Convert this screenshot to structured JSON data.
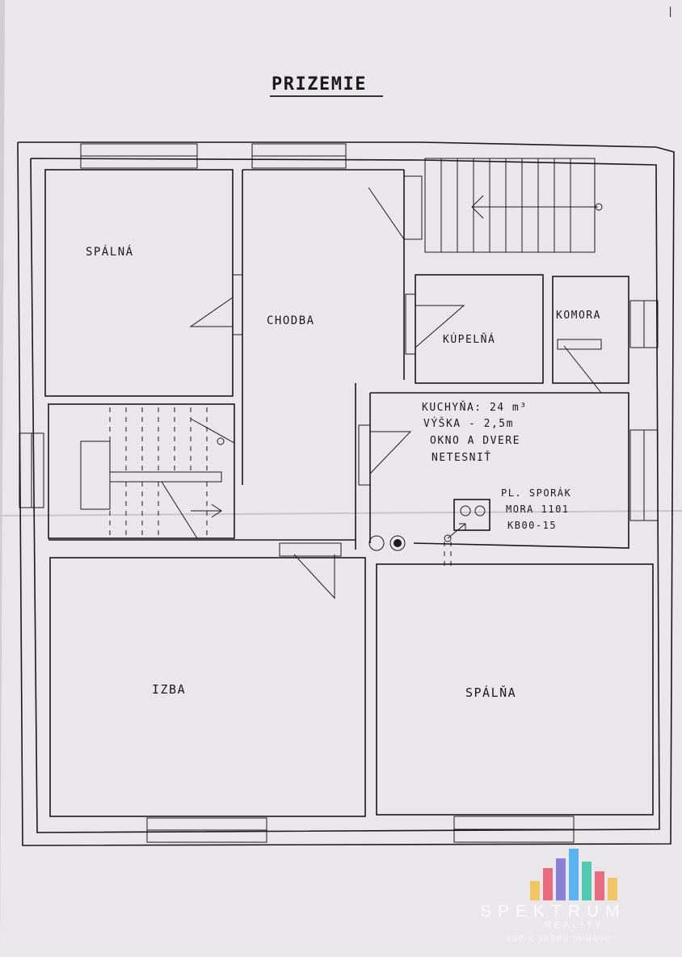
{
  "plan": {
    "title": "PRIZEMIE",
    "rooms": {
      "spalna_top": "SPÁLNÁ",
      "chodba": "CHODBA",
      "kupelna": "KÚPELŇÁ",
      "komora": "KOMORA",
      "izba": "IZBA",
      "spalna_bottom": "SPÁLŇA"
    },
    "kitchen_note": {
      "line1": "KUCHYŇA: 24 m³",
      "line2": "VÝŠKA - 2,5m",
      "line3": "OKNO A DVERE",
      "line4": "NETESNIŤ"
    },
    "stove_note": {
      "line1": "PL. SPORÁK",
      "line2": "MORA 1101",
      "line3": "KB00-15"
    }
  },
  "logo": {
    "name": "SPEKTRUM",
    "sub": "REALITY",
    "tagline": "KEĎ K VÁŠMU DOMOVU",
    "colors": [
      "#f2c14e",
      "#e8566c",
      "#7b6fd6",
      "#3fa9f5",
      "#36c5a8"
    ]
  },
  "colors": {
    "paper": "#e9e7ea",
    "ink": "#1a1a1a",
    "background": "#cfcdd0"
  }
}
